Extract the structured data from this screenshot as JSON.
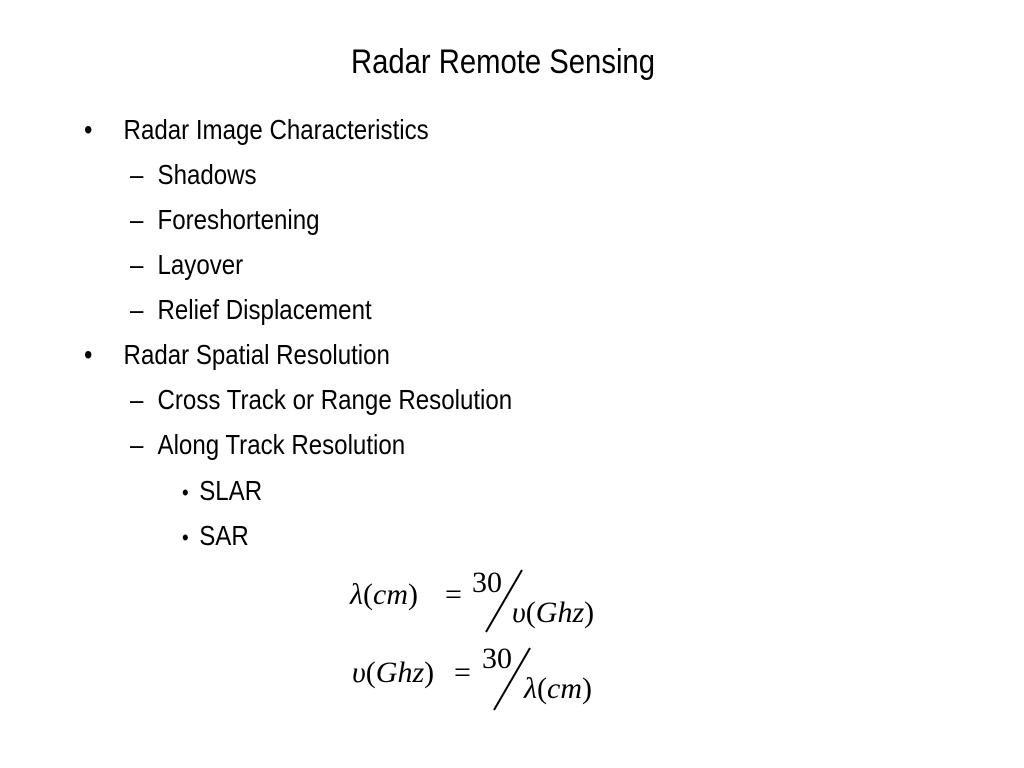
{
  "title": "Radar Remote Sensing",
  "bullets": [
    {
      "marker": "•",
      "text": "Radar Image Characteristics"
    },
    {
      "marker": "–",
      "text": "Shadows"
    },
    {
      "marker": "–",
      "text": "Foreshortening"
    },
    {
      "marker": "–",
      "text": "Layover"
    },
    {
      "marker": "–",
      "text": "Relief Displacement"
    },
    {
      "marker": "•",
      "text": "Radar Spatial Resolution"
    },
    {
      "marker": "–",
      "text": "Cross Track or Range Resolution"
    },
    {
      "marker": "–",
      "text": "Along Track Resolution"
    },
    {
      "marker": "•",
      "text": "SLAR"
    },
    {
      "marker": "•",
      "text": "SAR"
    }
  ],
  "formulas": [
    {
      "lhs_symbol": "λ",
      "lhs_unit": "cm",
      "equals": "=",
      "numerator": "30",
      "den_symbol": "υ",
      "den_unit": "Ghz"
    },
    {
      "lhs_symbol": "υ",
      "lhs_unit": "Ghz",
      "equals": "=",
      "numerator": "30",
      "den_symbol": "λ",
      "den_unit": "cm"
    }
  ]
}
